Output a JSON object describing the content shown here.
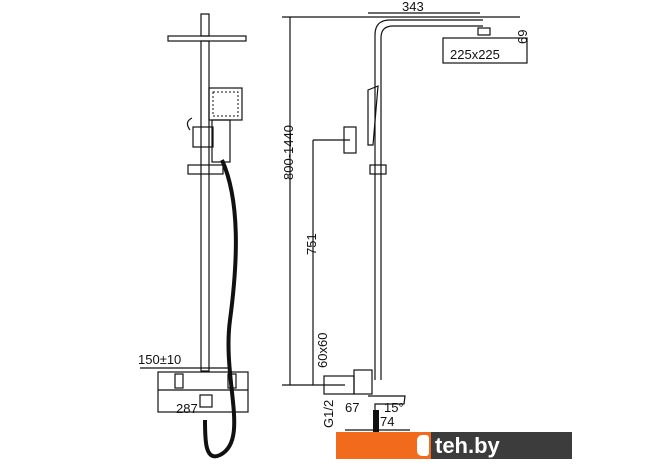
{
  "dimensions": {
    "top_arm": "343",
    "head_size": "225x225",
    "head_height": "69",
    "height_range": "800-1440",
    "mixer_height": "751",
    "bracket": "60x60",
    "thread": "G1/2",
    "spout_a": "67",
    "spout_b": "74",
    "angle": "15°",
    "center_distance": "150±10",
    "mixer_width": "287"
  },
  "watermark": {
    "text": "teh.by",
    "colors": {
      "brand": "#f26b1d",
      "dark": "#3c3c3c"
    }
  }
}
